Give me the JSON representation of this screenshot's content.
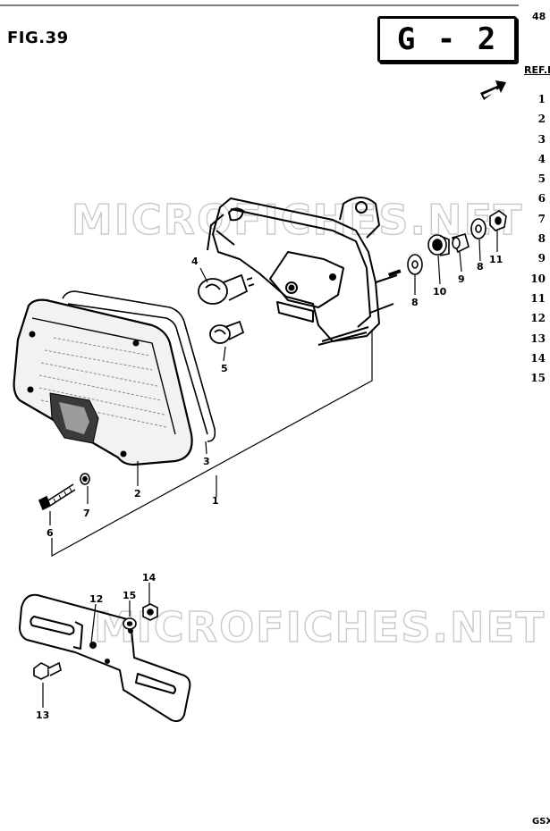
{
  "figure": {
    "title": "FIG.39"
  },
  "section": {
    "code": "G - 2"
  },
  "page": {
    "number": "48",
    "footer_code": "GSX"
  },
  "ref_table": {
    "header": "REF.N",
    "numbers": [
      "1",
      "2",
      "3",
      "4",
      "5",
      "6",
      "7",
      "8",
      "9",
      "10",
      "11",
      "12",
      "13",
      "14",
      "15"
    ]
  },
  "watermark": {
    "text": "MICROFICHES.NET"
  },
  "callouts": {
    "c1": "1",
    "c2": "2",
    "c3": "3",
    "c4": "4",
    "c5": "5",
    "c6": "6",
    "c7": "7",
    "c8a": "8",
    "c8b": "8",
    "c9": "9",
    "c10": "10",
    "c11": "11",
    "c12": "12",
    "c13": "13",
    "c14": "14",
    "c15": "15"
  },
  "icons": {
    "direction": "arrow-icon"
  }
}
